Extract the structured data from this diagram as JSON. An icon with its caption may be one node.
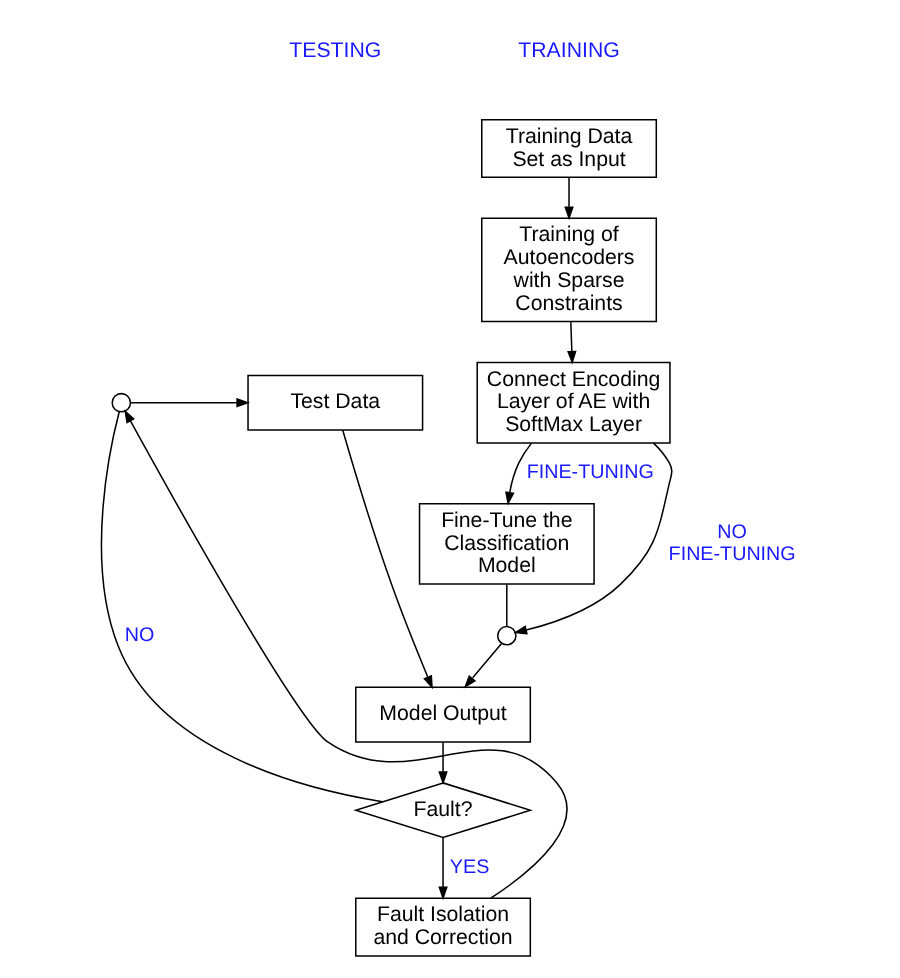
{
  "diagram": {
    "nodes": [
      {
        "text": [
          "Training Data Set as Input"
        ]
      },
      {
        "text": [
          "Training of Autoencoders with Sparse Constraints"
        ]
      },
      {
        "text": [
          "Connect Encoding Layer of AE with SoftMax Layer"
        ]
      },
      {
        "text": [
          "Fine-Tune the Classification Model"
        ]
      },
      {
        "text": [],
        "shape": "circle"
      },
      {
        "text": [
          "Test Data"
        ]
      },
      {
        "text": [
          "Model Output"
        ]
      },
      {
        "text": [
          "Fault?"
        ]
      },
      {
        "text": [
          "Fault Isolation and Correction"
        ]
      },
      {
        "text": [],
        "shape": "circle"
      }
    ],
    "edges": [
      {
        "from": 0,
        "to": 1,
        "arrow": "to"
      },
      {
        "from": 1,
        "to": 2,
        "arrow": "to"
      },
      {
        "from": 2,
        "to": 3,
        "arrow": "to",
        "label": "FINE-TUNING"
      },
      {
        "from": 2,
        "to": 4,
        "arrow": "to",
        "label": "NO FINE-TUNING"
      },
      {
        "from": 3,
        "to": 4,
        "arrow": "none"
      },
      {
        "from": 4,
        "to": 6,
        "arrow": "to"
      },
      {
        "from": 5,
        "to": 6,
        "arrow": "to"
      },
      {
        "from": 6,
        "to": 7,
        "arrow": "to"
      },
      {
        "from": 7,
        "to": 8,
        "arrow": "to",
        "label": "YES"
      },
      {
        "from": 7,
        "to": 9,
        "arrow": "none",
        "label": "NO"
      },
      {
        "from": 8,
        "to": 9,
        "arrow": "to"
      },
      {
        "from": 9,
        "to": 5,
        "arrow": "to"
      }
    ],
    "labels": [
      "TRAINING",
      "TESTING"
    ]
  }
}
